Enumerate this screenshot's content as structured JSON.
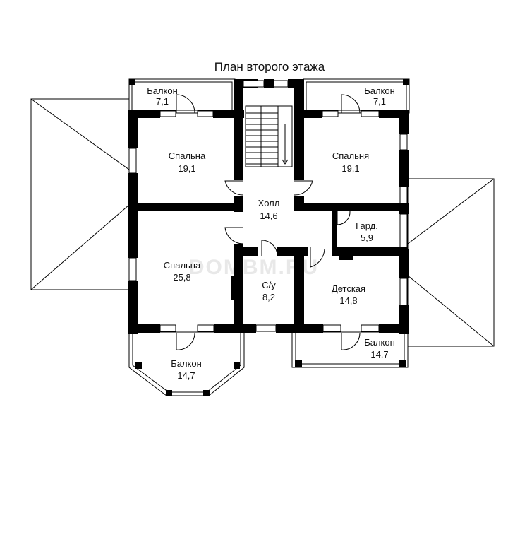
{
  "title": "План второго этажа",
  "watermark": "DOMBM.RU",
  "rooms": {
    "balcony_top_left": {
      "name": "Балкон",
      "area": "7,1"
    },
    "balcony_top_right": {
      "name": "Балкон",
      "area": "7,1"
    },
    "bedroom_top_left": {
      "name": "Спальна",
      "area": "19,1"
    },
    "bedroom_top_right": {
      "name": "Спальня",
      "area": "19,1"
    },
    "hall": {
      "name": "Холл",
      "area": "14,6"
    },
    "wardrobe": {
      "name": "Гард.",
      "area": "5,9"
    },
    "bedroom_large": {
      "name": "Спальна",
      "area": "25,8"
    },
    "bathroom": {
      "name": "С/у",
      "area": "8,2"
    },
    "kids_room": {
      "name": "Детская",
      "area": "14,8"
    },
    "balcony_bottom_right": {
      "name": "Балкон",
      "area": "14,7"
    },
    "balcony_bottom_left": {
      "name": "Балкон",
      "area": "14,7"
    }
  },
  "colors": {
    "wall": "#000000",
    "background": "#ffffff",
    "watermark": "#e8e8e8"
  }
}
